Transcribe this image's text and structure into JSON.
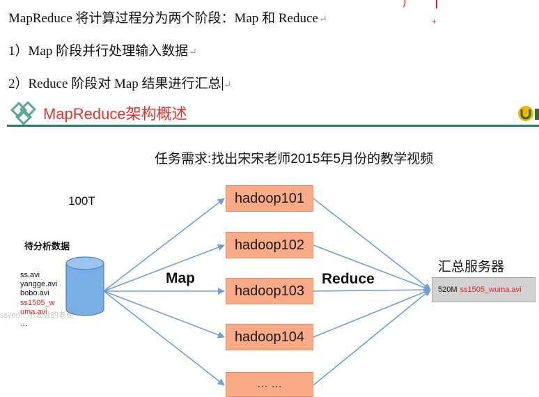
{
  "doc": {
    "line1": "MapReduce 将计算过程分为两个阶段：Map 和 Reduce",
    "line2": "1）Map 阶段并行处理输入数据",
    "line3": "2）Reduce 阶段对 Map 结果进行汇总",
    "return_mark": "↵",
    "plus_mark": "+"
  },
  "slide": {
    "title": "MapReduce架构概述",
    "subtitle": "任务需求:找出宋宋老师2015年5月份的教学视频",
    "data_title": "待分析数据",
    "files": [
      "ss.avi",
      "yangge.avi",
      "bobo.avi",
      "ss1505_w",
      "uma.avi",
      "…"
    ],
    "database_label": "100T",
    "map_label": "Map",
    "reduce_label": "Reduce",
    "nodes": [
      "hadoop101",
      "hadoop102",
      "hadoop103",
      "hadoop104",
      "… …"
    ],
    "server_title": "汇总服务器",
    "server_size": "520M",
    "server_file": "ss1505_wuma.avi",
    "watermark": "ssyou…不去做的老虎"
  },
  "colors": {
    "title_red": "#e5322d",
    "node_fill": "#f9ab87",
    "arrow_blue": "#6f9fd6",
    "rule_green": "#2a7a6a",
    "db_blue": "#7aaee6"
  }
}
